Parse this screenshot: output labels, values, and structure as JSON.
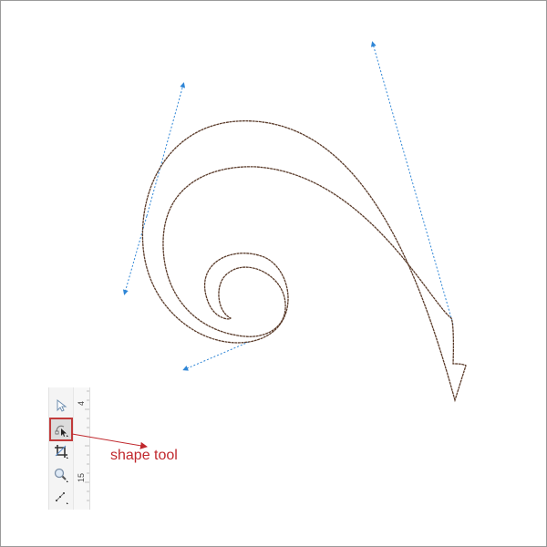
{
  "annotation": {
    "label": "shape tool"
  },
  "ruler": {
    "labels": [
      "4",
      "15"
    ]
  },
  "toolbox": {
    "tools": [
      {
        "name": "pick-tool",
        "selected": false
      },
      {
        "name": "shape-tool",
        "selected": true
      },
      {
        "name": "crop-tool",
        "selected": false
      },
      {
        "name": "zoom-tool",
        "selected": false
      },
      {
        "name": "freehand-tool",
        "selected": false
      }
    ]
  },
  "colors": {
    "curve_stroke": "#5a3b2a",
    "handle_line": "#2f86d6",
    "callout": "#c0282d",
    "selected_border": "#c23b3b"
  }
}
